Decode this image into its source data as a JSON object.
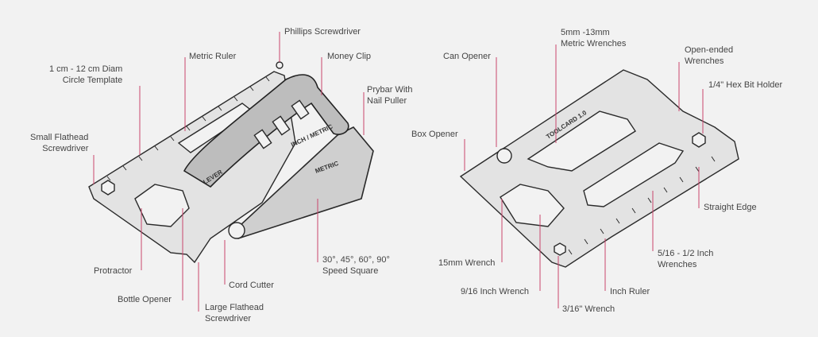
{
  "left_tool": {
    "logo": "LEVER",
    "engraving_metric": "METRIC",
    "engraving_inch_metric": "INCH / METRIC",
    "labels": {
      "circle_template": [
        "1 cm - 12 cm Diam",
        "Circle Template"
      ],
      "metric_ruler": "Metric Ruler",
      "phillips": "Phillips Screwdriver",
      "money_clip": "Money Clip",
      "prybar": [
        "Prybar With",
        "Nail Puller"
      ],
      "small_flathead": [
        "Small Flathead",
        "Screwdriver"
      ],
      "protractor": "Protractor",
      "bottle_opener": "Bottle Opener",
      "cord_cutter": "Cord Cutter",
      "large_flathead": [
        "Large Flathead",
        "Screwdriver"
      ],
      "speed_square": [
        "30°, 45°, 60°, 90°",
        "Speed Square"
      ]
    }
  },
  "right_tool": {
    "engraving": "TOOLCARD 1.0",
    "labels": {
      "can_opener": "Can Opener",
      "metric_wrenches": [
        "5mm -13mm",
        "Metric Wrenches"
      ],
      "open_ended": [
        "Open-ended",
        "Wrenches"
      ],
      "hex_bit": "1/4\" Hex Bit Holder",
      "box_opener": "Box Opener",
      "straight_edge": "Straight Edge",
      "inch_wrenches": [
        "5/16 - 1/2 Inch",
        "Wrenches"
      ],
      "wrench_15mm": "15mm Wrench",
      "wrench_9_16": "9/16 Inch Wrench",
      "inch_ruler": "Inch Ruler",
      "wrench_3_16": "3/16\" Wrench"
    }
  }
}
